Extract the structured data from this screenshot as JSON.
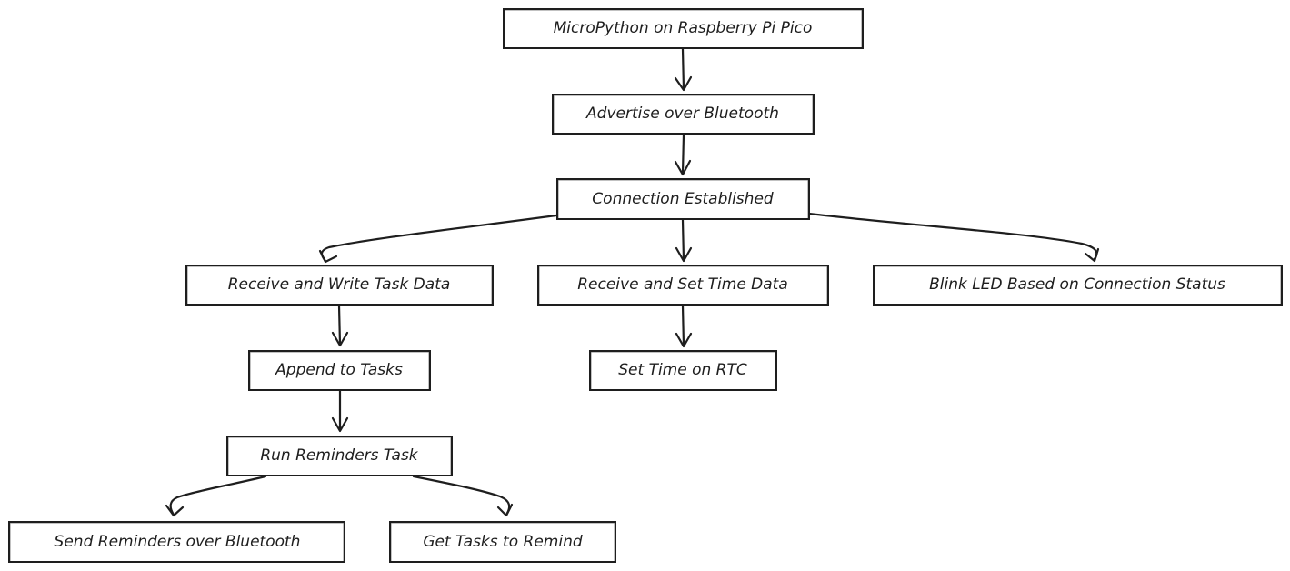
{
  "diagram": {
    "nodes": {
      "micropython": {
        "label": "MicroPython on Raspberry Pi Pico"
      },
      "advertise": {
        "label": "Advertise over Bluetooth"
      },
      "connection": {
        "label": "Connection Established"
      },
      "receive_task": {
        "label": "Receive and Write Task Data"
      },
      "receive_time": {
        "label": "Receive and Set Time Data"
      },
      "blink_led": {
        "label": "Blink LED Based on Connection Status"
      },
      "append_tasks": {
        "label": "Append to Tasks"
      },
      "set_time_rtc": {
        "label": "Set Time on RTC"
      },
      "run_reminders": {
        "label": "Run Reminders Task"
      },
      "send_reminders": {
        "label": "Send Reminders over Bluetooth"
      },
      "get_tasks": {
        "label": "Get Tasks to Remind"
      }
    },
    "edges": [
      {
        "from": "micropython",
        "to": "advertise"
      },
      {
        "from": "advertise",
        "to": "connection"
      },
      {
        "from": "connection",
        "to": "receive_task"
      },
      {
        "from": "connection",
        "to": "receive_time"
      },
      {
        "from": "connection",
        "to": "blink_led"
      },
      {
        "from": "receive_task",
        "to": "append_tasks"
      },
      {
        "from": "receive_time",
        "to": "set_time_rtc"
      },
      {
        "from": "append_tasks",
        "to": "run_reminders"
      },
      {
        "from": "run_reminders",
        "to": "send_reminders"
      },
      {
        "from": "run_reminders",
        "to": "get_tasks"
      }
    ],
    "colors": {
      "stroke": "#1e1e1e",
      "fill": "#ffffff",
      "background": "#ffffff"
    }
  }
}
